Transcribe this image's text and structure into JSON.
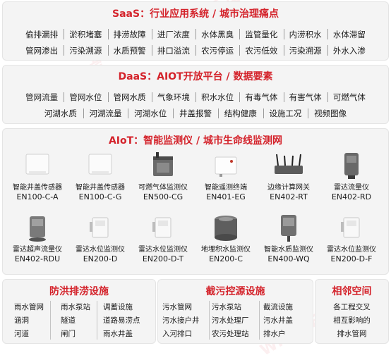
{
  "saas": {
    "title": "SaaS：行业应用系统 / 城市治理痛点",
    "items": [
      "偷排漏排",
      "淤积堵塞",
      "排涝故障",
      "进厂浓度",
      "水体黑臭",
      "监管量化",
      "内涝积水",
      "水体滞留",
      "管网渗出",
      "污染溯源",
      "水质预警",
      "排口溢流",
      "农污停运",
      "农污低效",
      "污染溯源",
      "外水入渗"
    ]
  },
  "daas": {
    "title": "DaaS：AIOT开放平台 / 数据要素",
    "row1": [
      "管网流量",
      "管网水位",
      "管网水质",
      "气象环境",
      "积水水位",
      "有毒气体",
      "有害气体",
      "可燃气体"
    ],
    "row2": [
      "河湖水质",
      "河湖流量",
      "河湖水位",
      "井盖报警",
      "结构健康",
      "设施工况",
      "视频图像"
    ]
  },
  "aiot": {
    "title": "AIoT：智能监测仪 / 城市生命线监测网",
    "devices": [
      {
        "name": "智能井盖传感器",
        "model": "EN100-C-A",
        "icon": "white-flat-sensor-icon"
      },
      {
        "name": "智能井盖传感器",
        "model": "EN100-C-G",
        "icon": "white-flat-sensor-icon"
      },
      {
        "name": "可燃气体监测仪",
        "model": "EN500-CG",
        "icon": "gray-gas-detector-icon"
      },
      {
        "name": "智能遥测终端",
        "model": "EN401-EG",
        "icon": "white-terminal-box-icon"
      },
      {
        "name": "边缘计算网关",
        "model": "EN402-RT",
        "icon": "gateway-router-icon"
      },
      {
        "name": "雷达流量仪",
        "model": "EN402-RD",
        "icon": "gray-radar-flow-icon"
      },
      {
        "name": "雷达超声流量仪",
        "model": "EN402-RDU",
        "icon": "gray-ultrasonic-icon"
      },
      {
        "name": "雷达水位监测仪",
        "model": "EN200-D",
        "icon": "white-radar-level-icon"
      },
      {
        "name": "雷达水位监测仪",
        "model": "EN200-D-T",
        "icon": "white-radar-level-icon"
      },
      {
        "name": "地埋积水监测仪",
        "model": "EN200-C",
        "icon": "buried-cylinder-icon"
      },
      {
        "name": "智能水质监测仪",
        "model": "EN400-WQ",
        "icon": "gray-water-quality-icon"
      },
      {
        "name": "雷达水位监测仪",
        "model": "EN200-D-F",
        "icon": "white-radar-level-icon"
      }
    ]
  },
  "flood": {
    "title": "防洪排涝设施",
    "col1": [
      "雨水管网",
      "涵洞",
      "河道"
    ],
    "col2": [
      "雨水泵站",
      "隧道",
      "闸门"
    ],
    "col3": [
      "调蓄设施",
      "道路易涝点",
      "雨水井盖"
    ]
  },
  "pollution": {
    "title": "截污控源设施",
    "col1": [
      "污水管网",
      "污水接户井",
      "入河排口"
    ],
    "col2": [
      "污水泵站",
      "污水处理厂",
      "农污处理站"
    ],
    "col3": [
      "截流设施",
      "污水井盖",
      "排水户"
    ]
  },
  "adjacent": {
    "title": "相邻空间",
    "lines": [
      "各工程交叉",
      "相互影响的",
      "排水管网"
    ]
  },
  "watermark": "WITBEE 万宾",
  "colors": {
    "accent": "#d4232b",
    "panel": "#f4f4f4"
  }
}
